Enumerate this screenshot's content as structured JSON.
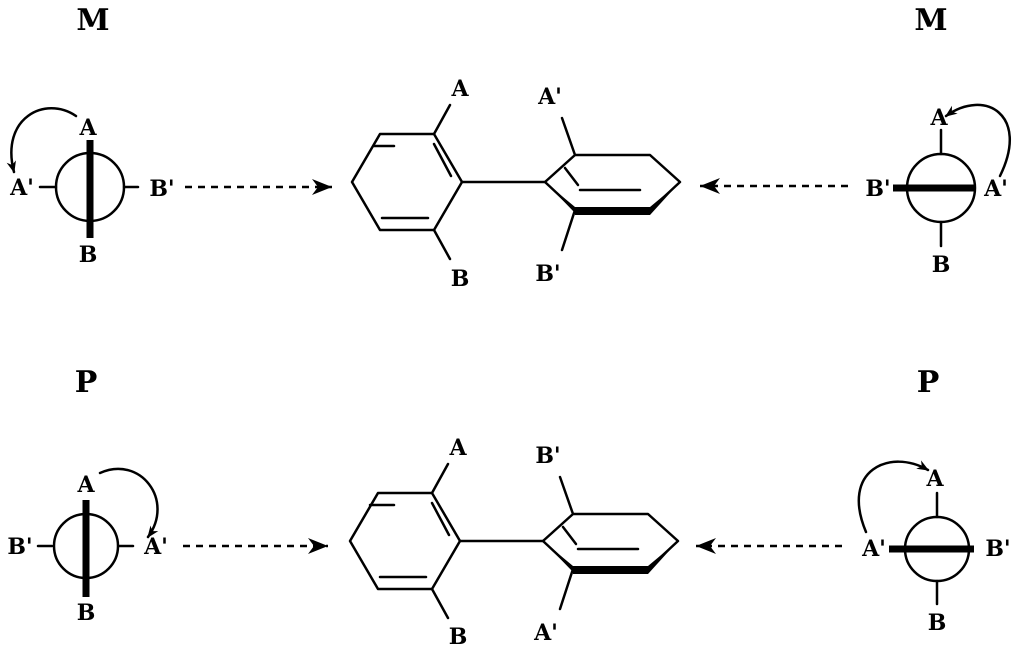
{
  "rows": [
    {
      "left_label": "M",
      "right_label": "M",
      "left_newman": {
        "top": "A",
        "bottom": "B",
        "left": "A'",
        "right": "B'"
      },
      "biphenyl": {
        "front_top": "A",
        "front_bottom": "B",
        "back_top": "A'",
        "back_bottom": "B'"
      },
      "right_newman": {
        "top": "A",
        "bottom": "B",
        "left": "B'",
        "right": "A'"
      }
    },
    {
      "left_label": "P",
      "right_label": "P",
      "left_newman": {
        "top": "A",
        "bottom": "B",
        "left": "B'",
        "right": "A'"
      },
      "biphenyl": {
        "front_top": "A",
        "front_bottom": "B",
        "back_top": "B'",
        "back_bottom": "A'"
      },
      "right_newman": {
        "top": "A",
        "bottom": "B",
        "left": "A'",
        "right": "B'"
      }
    }
  ]
}
